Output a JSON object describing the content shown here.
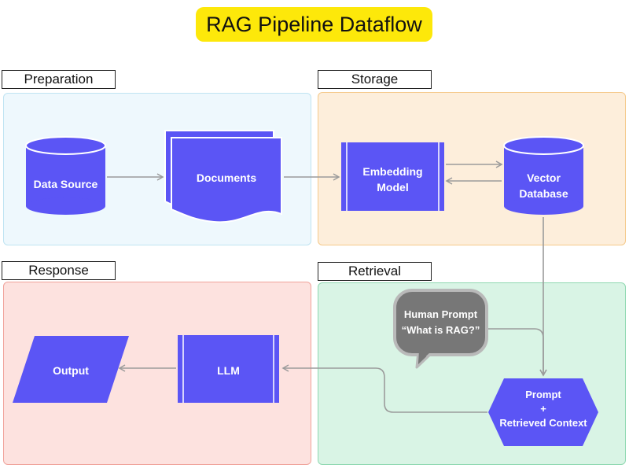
{
  "title": "RAG Pipeline Dataflow",
  "sections": {
    "preparation": "Preparation",
    "storage": "Storage",
    "response": "Response",
    "retrieval": "Retrieval"
  },
  "nodes": {
    "data_source": "Data Source",
    "documents": "Documents",
    "embedding_model_1": "Embedding",
    "embedding_model_2": "Model",
    "vector_db_1": "Vector",
    "vector_db_2": "Database",
    "human_prompt_1": "Human Prompt",
    "human_prompt_2": "“What is RAG?”",
    "prompt_context_1": "Prompt",
    "prompt_context_2": "+",
    "prompt_context_3": "Retrieved Context",
    "llm": "LLM",
    "output": "Output"
  },
  "colors": {
    "node_fill": "#5b55f5",
    "title_bg": "#fde80a",
    "preparation_bg": "#eef8fd",
    "storage_bg": "#fdeedb",
    "response_bg": "#fde2df",
    "retrieval_bg": "#d9f4e5",
    "bubble_fill": "#777777",
    "connector": "#9b9b9b"
  }
}
